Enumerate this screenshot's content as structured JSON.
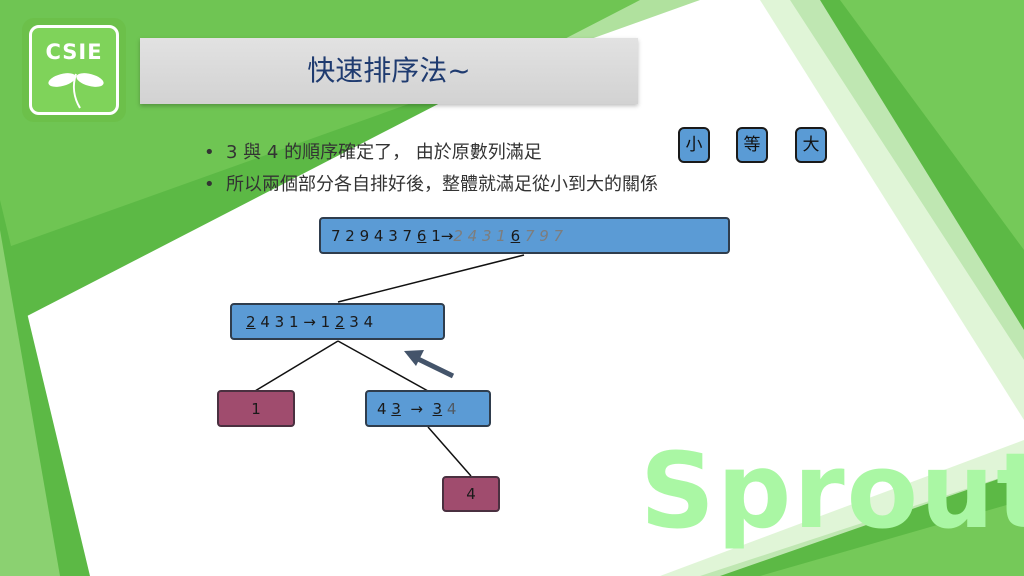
{
  "logo": {
    "text": "CSIE"
  },
  "title": "快速排序法~",
  "bullets": [
    "3  與  4  的順序確定了，  由於原數列滿足",
    "所以兩個部分各自排好後，整體就滿足從小到大的關係"
  ],
  "size_boxes": [
    "小",
    "等",
    "大"
  ],
  "nodes": {
    "root": {
      "before": "7 2 9 4 3 7",
      "pivot": "6",
      "tail": "1",
      "arrow": "→",
      "after_left": "2 4 3 1",
      "after_pivot": "6",
      "after_right": "7 9 7"
    },
    "left": {
      "pre": "",
      "pivot": "2",
      "rest": "4 3 1",
      "arrow": "→",
      "sorted_a": "1",
      "sorted_pivot": "2",
      "sorted_b": "3 4"
    },
    "leaf_one": {
      "value": "1"
    },
    "right": {
      "first": "4",
      "pivot": "3",
      "arrow": "→",
      "sorted_pivot": "3",
      "sorted_rest": "4"
    },
    "leaf_four": {
      "value": "4"
    }
  },
  "watermark": "Sprout",
  "colors": {
    "green": "#5cb945",
    "light_green": "#aaf7a4",
    "node_blue": "#5b9bd5",
    "node_maroon": "#a04c6e",
    "title_text": "#1f3b70",
    "arrow": "#44546a"
  }
}
